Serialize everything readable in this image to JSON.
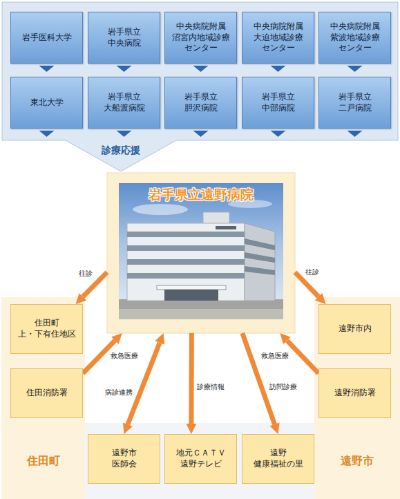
{
  "diagram": {
    "nodes": [
      {
        "text": [
          "診療応援"
        ]
      },
      {
        "text": [
          "岩手医科大学"
        ],
        "in": 0
      },
      {
        "text": [
          "岩手県立 中央病院"
        ],
        "in": 0
      },
      {
        "text": [
          "中央病院附属 沼宮内地域診療 センター"
        ],
        "in": 0
      },
      {
        "text": [
          "中央病院附属 大迫地域診療 センター"
        ],
        "in": 0
      },
      {
        "text": [
          "中央病院附属 紫波地域診療 センター"
        ],
        "in": 0
      },
      {
        "text": [
          "東北大学"
        ],
        "in": 0
      },
      {
        "text": [
          "岩手県立 大船渡病院"
        ],
        "in": 0
      },
      {
        "text": [
          "岩手県立 胆沢病院"
        ],
        "in": 0
      },
      {
        "text": [
          "岩手県立 中部病院"
        ],
        "in": 0
      },
      {
        "text": [
          "岩手県立 二戸病院"
        ],
        "in": 0
      },
      {
        "text": [
          "岩手県立遠野病院"
        ]
      },
      {
        "text": [
          "住田町"
        ]
      },
      {
        "text": [
          "住田町 上・下有住地区"
        ],
        "in": 12
      },
      {
        "text": [
          "住田消防署"
        ],
        "in": 12
      },
      {
        "text": [
          "遠野市"
        ]
      },
      {
        "text": [
          "遠野市内"
        ],
        "in": 15
      },
      {
        "text": [
          "遠野消防署"
        ],
        "in": 15
      },
      {
        "text": [
          "遠野市 医師会"
        ]
      },
      {
        "text": [
          "地元ＣＡＴＶ 遠野テレビ"
        ]
      },
      {
        "text": [
          "遠野 健康福祉の里"
        ]
      }
    ],
    "edges": [
      {
        "from": 11,
        "to": 13,
        "arrow": "to",
        "label": "往診"
      },
      {
        "from": 14,
        "to": 11,
        "arrow": "to",
        "label": "救急医療"
      },
      {
        "from": 11,
        "to": 16,
        "arrow": "to",
        "label": "往診"
      },
      {
        "from": 17,
        "to": 11,
        "arrow": "to",
        "label": "救急医療"
      },
      {
        "from": 11,
        "to": 18,
        "arrow": "both",
        "label": "病診連携"
      },
      {
        "from": 11,
        "to": 19,
        "arrow": "to",
        "label": "診療情報"
      },
      {
        "from": 11,
        "to": 20,
        "arrow": "to",
        "label": "訪問診療"
      }
    ]
  }
}
